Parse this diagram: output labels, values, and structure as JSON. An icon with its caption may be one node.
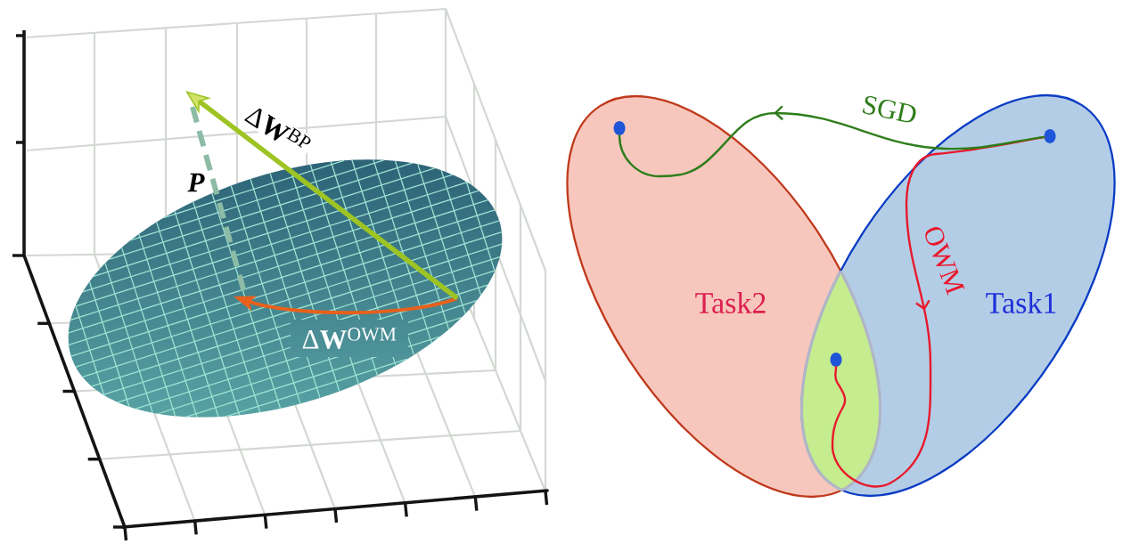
{
  "diagram": {
    "nodes": [
      {
        "text": [
          "Task2"
        ]
      },
      {
        "text": [],
        "shape": "circle",
        "in": 0
      },
      {
        "text": [
          "Task1"
        ]
      },
      {
        "text": [],
        "shape": "circle",
        "in": 2
      },
      {
        "text": [],
        "shape": "circle"
      }
    ],
    "edges": [
      {
        "from": 3,
        "to": 1,
        "arrow": "to",
        "label": "SGD",
        "color": "#2e7d1a"
      },
      {
        "from": 3,
        "to": 4,
        "arrow": "to",
        "label": "OWM",
        "color": "#e8192c"
      }
    ],
    "labels": [
      "Δ**W**$^{BP}$",
      "P",
      "Δ**W**$^{OWM}$"
    ]
  }
}
